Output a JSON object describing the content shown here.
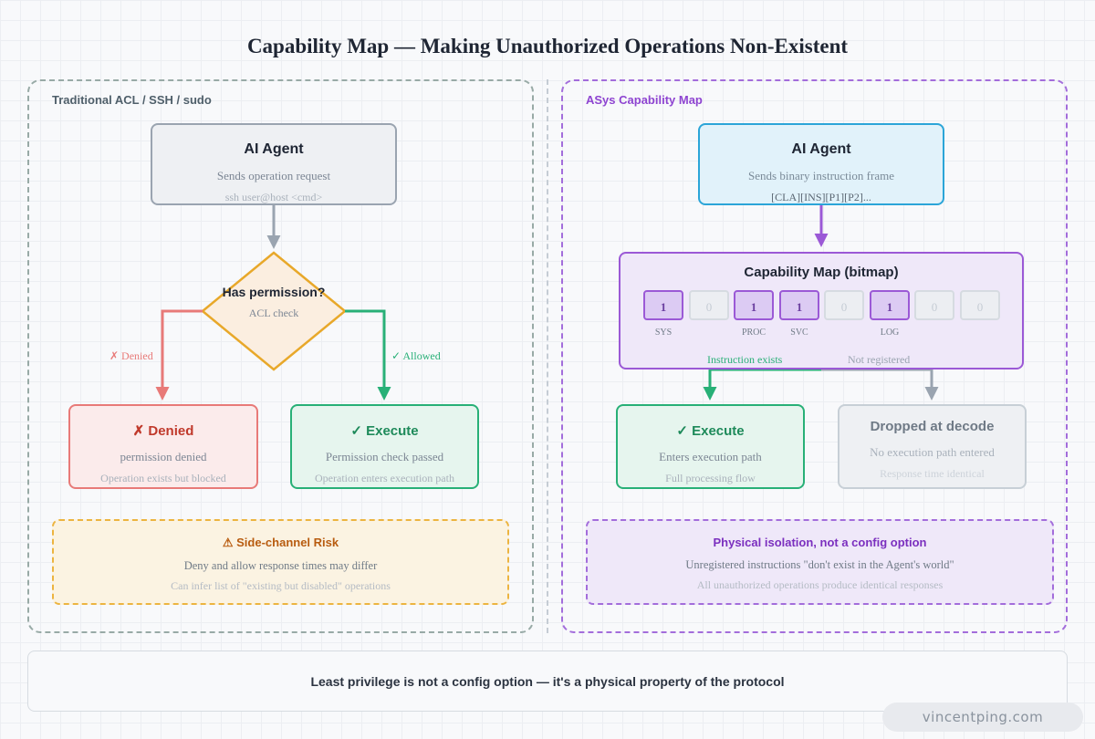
{
  "title": "Capability Map — Making Unauthorized Operations Non-Existent",
  "colors": {
    "left_panel": "#98aaa6",
    "right_panel": "#a36ddb",
    "denied": "#e87a78",
    "allowed": "#28b077",
    "agent_right": "#2ba5d8",
    "capmap": "#9b59d6",
    "warning": "#ecb440"
  },
  "left": {
    "panel_title": "Traditional ACL / SSH / sudo",
    "agent": {
      "title": "AI Agent",
      "line1": "Sends operation request",
      "line2": "ssh user@host <cmd>"
    },
    "decision": {
      "title": "Has permission?",
      "sub": "ACL check"
    },
    "denied_edge": "✗ Denied",
    "allowed_edge": "✓ Allowed",
    "denied_box": {
      "title": "✗ Denied",
      "line1": "permission denied",
      "line2": "Operation exists but blocked"
    },
    "execute_box": {
      "title": "✓ Execute",
      "line1": "Permission check passed",
      "line2": "Operation enters execution path"
    },
    "note": {
      "title": "⚠ Side-channel Risk",
      "line1": "Deny and allow response times may differ",
      "line2": "Can infer list of \"existing but disabled\" operations"
    }
  },
  "right": {
    "panel_title": "ASys Capability Map",
    "agent": {
      "title": "AI Agent",
      "line1": "Sends binary instruction frame",
      "line2": "[CLA][INS][P1][P2]..."
    },
    "capmap": {
      "title": "Capability Map (bitmap)",
      "bits": [
        {
          "value": "1",
          "on": true,
          "label": "SYS"
        },
        {
          "value": "0",
          "on": false,
          "label": ""
        },
        {
          "value": "1",
          "on": true,
          "label": "PROC"
        },
        {
          "value": "1",
          "on": true,
          "label": "SVC"
        },
        {
          "value": "0",
          "on": false,
          "label": ""
        },
        {
          "value": "1",
          "on": true,
          "label": "LOG"
        },
        {
          "value": "0",
          "on": false,
          "label": ""
        },
        {
          "value": "0",
          "on": false,
          "label": ""
        }
      ]
    },
    "exists_edge": "Instruction exists",
    "notreg_edge": "Not registered",
    "execute_box": {
      "title": "✓ Execute",
      "line1": "Enters execution path",
      "line2": "Full processing flow"
    },
    "dropped_box": {
      "title": "Dropped at decode",
      "line1": "No execution path entered",
      "line2": "Response time identical"
    },
    "note": {
      "title": "Physical isolation, not a config option",
      "line1": "Unregistered instructions \"don't exist in the Agent's world\"",
      "line2": "All unauthorized operations produce identical responses"
    }
  },
  "footer": "Least privilege is not a config option — it's a physical property of the protocol",
  "watermark": "vincentping.com"
}
